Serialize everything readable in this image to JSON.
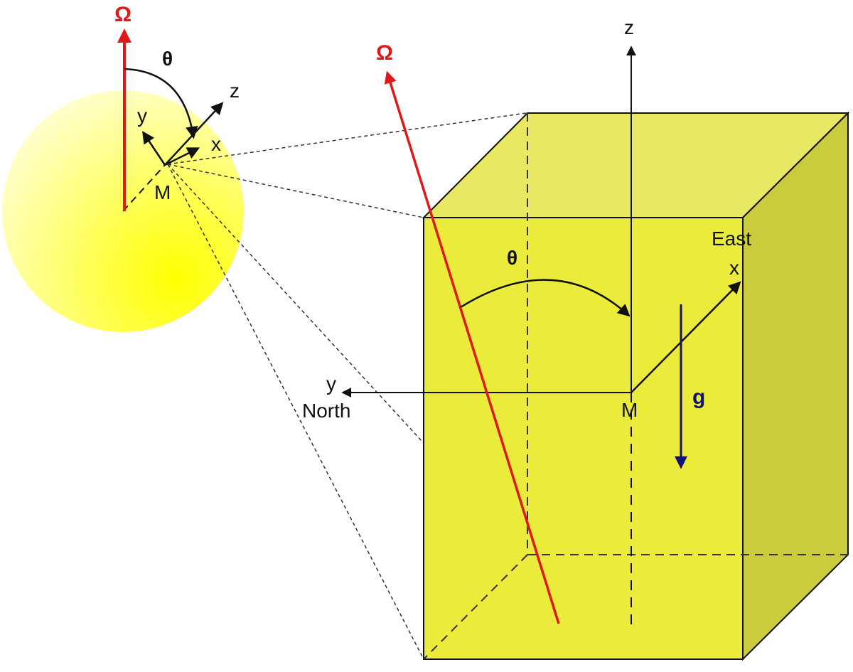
{
  "colors": {
    "earth": "#ffff00",
    "box_front": "#ebeb3c",
    "box_top": "#e8e862",
    "box_side": "#cbcb3e",
    "omega": "#e01818",
    "gravity": "#12127a",
    "axis": "#111111"
  },
  "globe": {
    "omega_label": "Ω",
    "theta_label": "θ",
    "axis_z": "z",
    "axis_y": "y",
    "axis_x": "x",
    "point_label": "M"
  },
  "box": {
    "omega_label": "Ω",
    "theta_label": "θ",
    "axis_z": "z",
    "axis_x": "x",
    "axis_x_direction": "East",
    "axis_y": "y",
    "axis_y_direction": "North",
    "point_label": "M",
    "gravity_label": "g"
  }
}
